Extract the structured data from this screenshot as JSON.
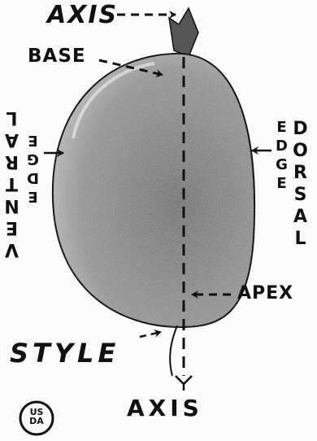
{
  "labels": {
    "axis_top": "AXIS",
    "base": "BASE",
    "ventral_line1": "VENTRAL",
    "ventral_line2": "EDGE",
    "dorsal_line1": "DORSAL",
    "dorsal_line2": "EDGE",
    "apex": "APEX",
    "style": "STYLE",
    "axis_bottom": "AXIS"
  },
  "logo": {
    "line1": "US",
    "line2": "DA"
  },
  "colors": {
    "ink": "#111111",
    "paper": "#fbfbfb",
    "fruit_fill": "#9a9a9a"
  }
}
